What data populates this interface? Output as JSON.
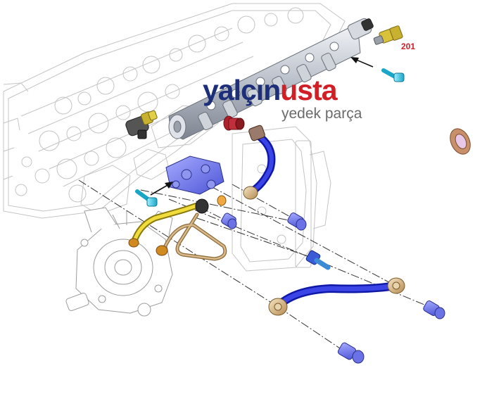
{
  "diagram": {
    "brand": {
      "name_part1": "yalçın",
      "name_part2": "usta",
      "tagline": "yedek parça",
      "color_primary": "#1c2f78",
      "color_accent": "#d21f26"
    },
    "callouts": [
      {
        "label": "201",
        "target": "pressure-sensor"
      }
    ],
    "parts": [
      "fuel-rail",
      "pressure-sensor",
      "rail-sensor",
      "rail-mounting-bolt",
      "pressure-limit-valve",
      "valve-block",
      "valve-block-bolt",
      "sealing-washer",
      "fuel-pump",
      "high-pressure-pipe",
      "feed-pipe",
      "return-pipe",
      "banjo-bolts"
    ]
  }
}
